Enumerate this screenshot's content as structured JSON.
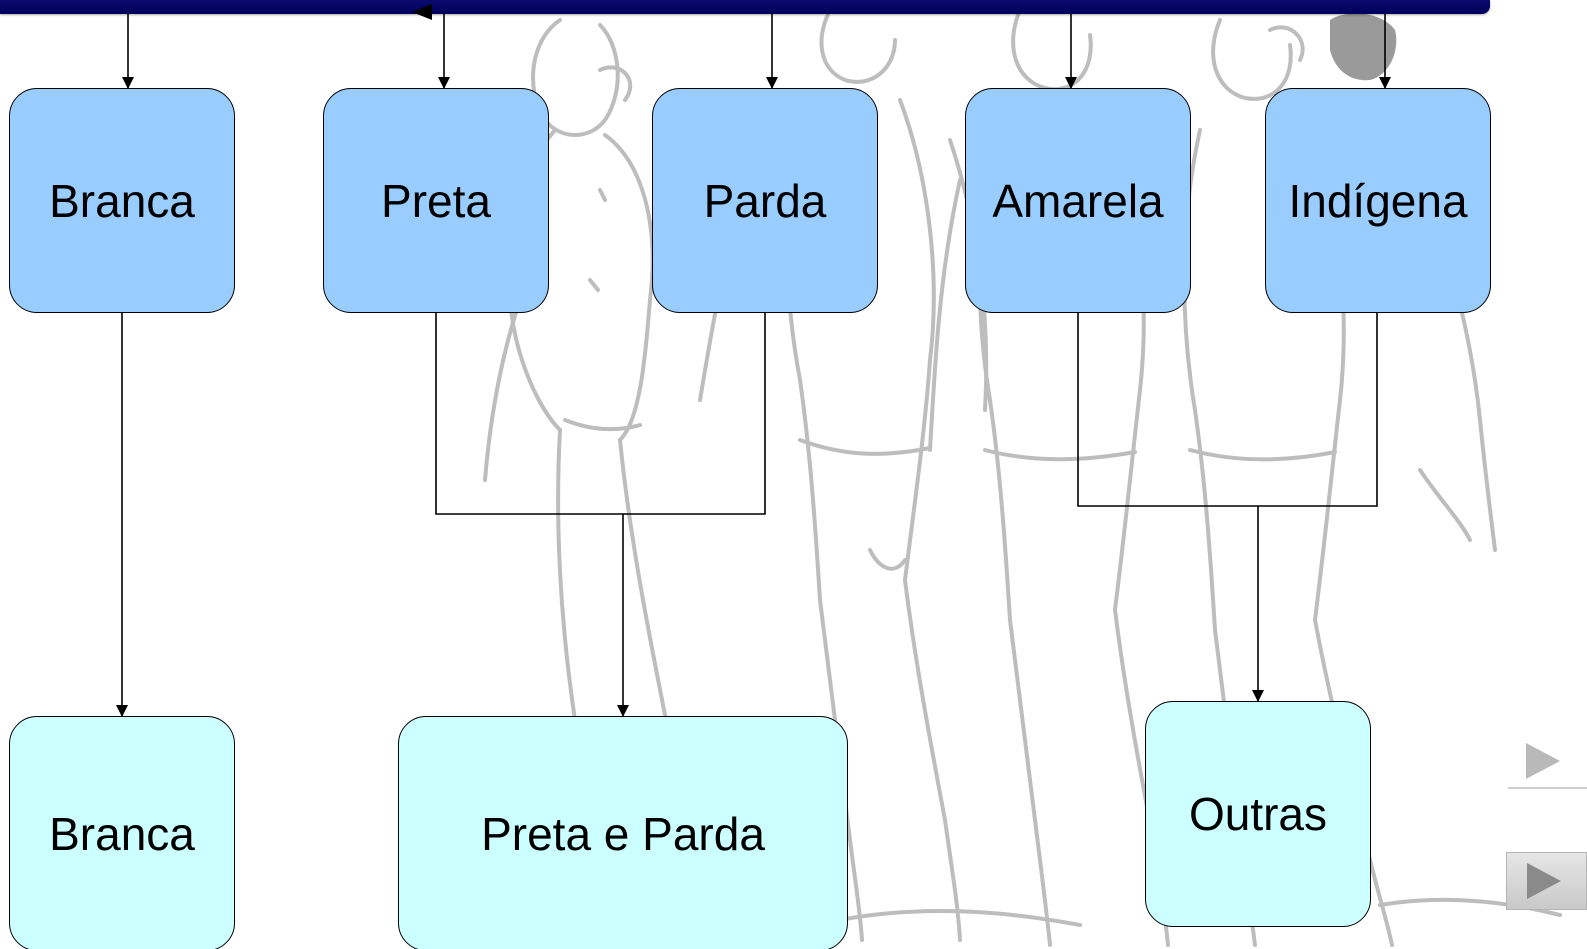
{
  "colors": {
    "header_bar": "#00005a",
    "category_box_fill": "#99ccff",
    "group_box_fill": "#ccffff",
    "connector": "#000000",
    "background_sketch": "#bdbdbd"
  },
  "diagram": {
    "categories": [
      {
        "id": "branca",
        "label": "Branca"
      },
      {
        "id": "preta",
        "label": "Preta"
      },
      {
        "id": "parda",
        "label": "Parda"
      },
      {
        "id": "amarela",
        "label": "Amarela"
      },
      {
        "id": "indigena",
        "label": "Indígena"
      }
    ],
    "groups": [
      {
        "id": "g-branca",
        "label": "Branca",
        "members": [
          "branca"
        ]
      },
      {
        "id": "g-preta-parda",
        "label": "Preta e Parda",
        "members": [
          "preta",
          "parda"
        ]
      },
      {
        "id": "g-outras",
        "label": "Outras",
        "members": [
          "amarela",
          "indigena"
        ]
      }
    ]
  },
  "navigation": {
    "next_icon": "play-triangle-icon"
  }
}
